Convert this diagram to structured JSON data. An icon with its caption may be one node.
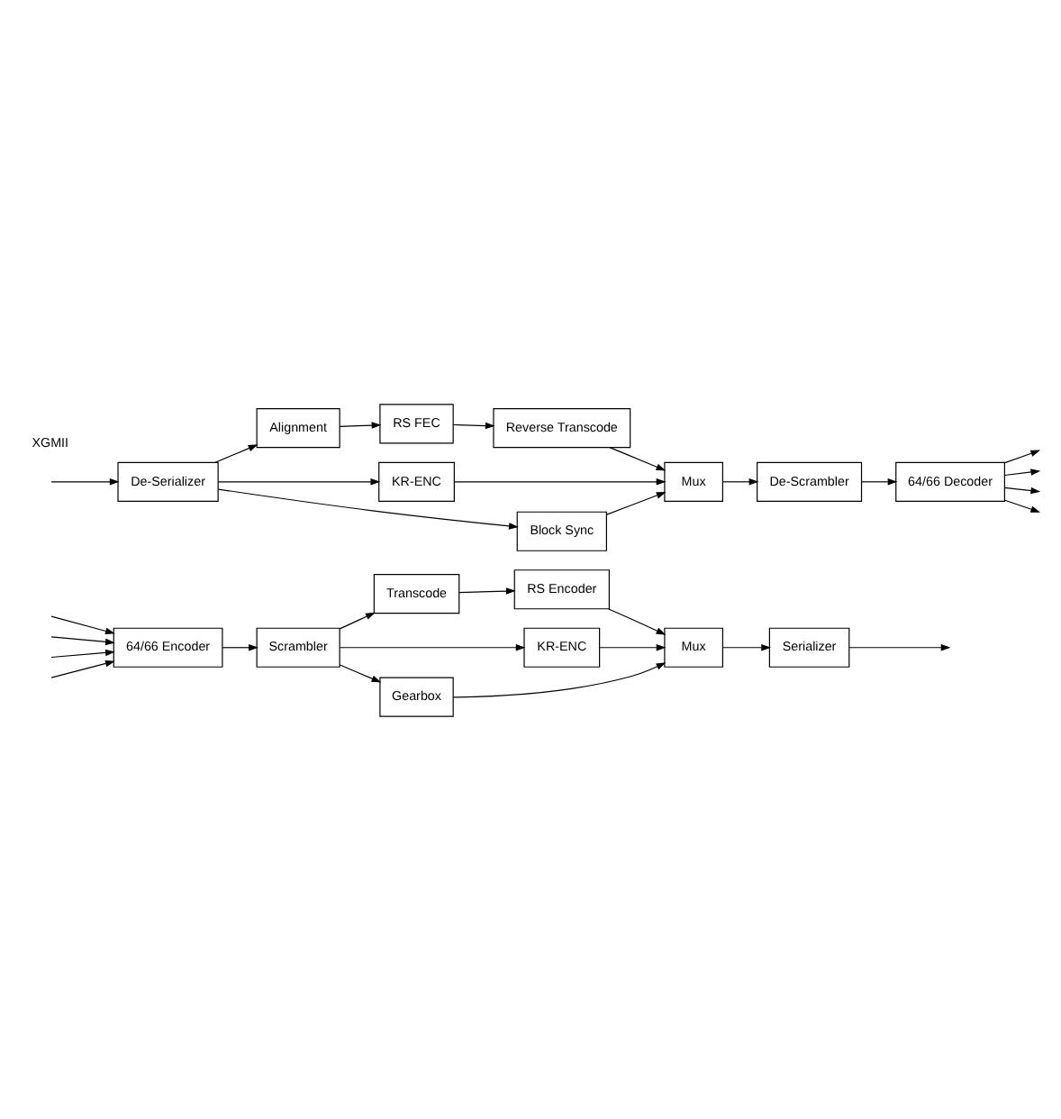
{
  "diagram": {
    "nodes": [
      {
        "text": [
          "64/66 Encoder"
        ]
      },
      {
        "text": [
          "Scrambler"
        ]
      },
      {
        "text": [
          "Transcode"
        ]
      },
      {
        "text": [
          "RS Encoder"
        ]
      },
      {
        "text": [
          "Mux"
        ]
      },
      {
        "text": [
          "Serializer"
        ]
      },
      {
        "text": [
          "KR-ENC"
        ]
      },
      {
        "text": [
          "Gearbox"
        ]
      },
      {
        "text": [
          "64/66 Decoder"
        ]
      },
      {
        "text": [
          "De-Scrambler"
        ]
      },
      {
        "text": [
          "Mux"
        ]
      },
      {
        "text": [
          "Reverse Transcode"
        ]
      },
      {
        "text": [
          "RS FEC"
        ]
      },
      {
        "text": [
          "Alignment"
        ]
      },
      {
        "text": [
          "De-Serializer"
        ]
      },
      {
        "text": [
          "KR-ENC"
        ]
      },
      {
        "text": [
          "Block Sync"
        ]
      }
    ],
    "edges": [
      {
        "from": null,
        "to": 0,
        "arrow": "to"
      },
      {
        "from": null,
        "to": 0,
        "arrow": "to"
      },
      {
        "from": null,
        "to": 0,
        "arrow": "to"
      },
      {
        "from": null,
        "to": 0,
        "arrow": "to"
      },
      {
        "from": 0,
        "to": 1,
        "arrow": "to"
      },
      {
        "from": 1,
        "to": 2,
        "arrow": "to"
      },
      {
        "from": 1,
        "to": 6,
        "arrow": "to"
      },
      {
        "from": 1,
        "to": 7,
        "arrow": "to"
      },
      {
        "from": 2,
        "to": 3,
        "arrow": "to"
      },
      {
        "from": 3,
        "to": 4,
        "arrow": "to"
      },
      {
        "from": 6,
        "to": 4,
        "arrow": "to"
      },
      {
        "from": 7,
        "to": 4,
        "arrow": "to"
      },
      {
        "from": 4,
        "to": 5,
        "arrow": "to"
      },
      {
        "from": 5,
        "to": null,
        "arrow": "to"
      },
      {
        "from": null,
        "to": 14,
        "arrow": "to"
      },
      {
        "from": 14,
        "to": 13,
        "arrow": "to"
      },
      {
        "from": 14,
        "to": 15,
        "arrow": "to"
      },
      {
        "from": 14,
        "to": 16,
        "arrow": "to"
      },
      {
        "from": 13,
        "to": 12,
        "arrow": "to"
      },
      {
        "from": 12,
        "to": 11,
        "arrow": "to"
      },
      {
        "from": 11,
        "to": 10,
        "arrow": "to"
      },
      {
        "from": 15,
        "to": 10,
        "arrow": "to"
      },
      {
        "from": 16,
        "to": 10,
        "arrow": "to"
      },
      {
        "from": 10,
        "to": 9,
        "arrow": "to"
      },
      {
        "from": 9,
        "to": 8,
        "arrow": "to"
      },
      {
        "from": 8,
        "to": null,
        "arrow": "to"
      },
      {
        "from": 8,
        "to": null,
        "arrow": "to"
      },
      {
        "from": 8,
        "to": null,
        "arrow": "to"
      },
      {
        "from": 8,
        "to": null,
        "arrow": "to"
      }
    ],
    "labels": [
      "XGMII"
    ]
  }
}
